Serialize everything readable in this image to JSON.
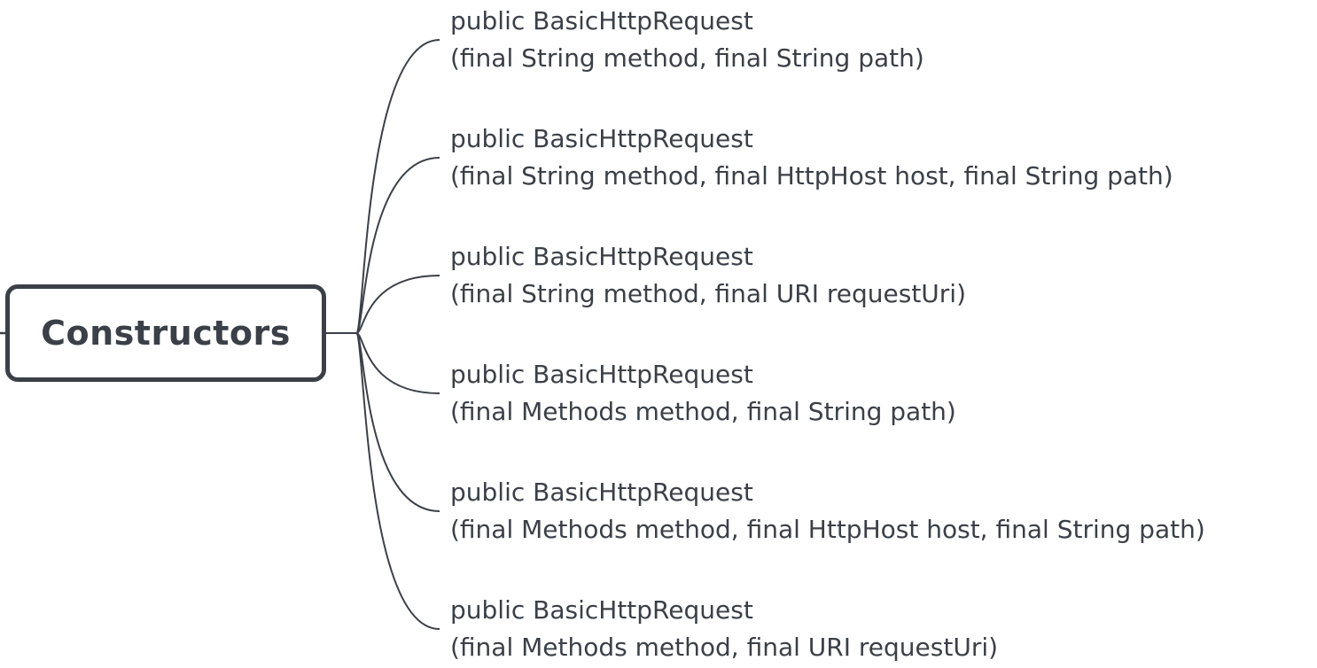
{
  "diagram": {
    "root": {
      "label": "Constructors"
    },
    "children": [
      {
        "line1": "public BasicHttpRequest",
        "line2": "(final String method, final String path)"
      },
      {
        "line1": "public BasicHttpRequest",
        "line2": "(final String method, final HttpHost host, final String path)"
      },
      {
        "line1": "public BasicHttpRequest",
        "line2": "(final String method, final URI requestUri)"
      },
      {
        "line1": "public BasicHttpRequest",
        "line2": "(final Methods method, final String path)"
      },
      {
        "line1": "public BasicHttpRequest",
        "line2": "(final Methods method, final HttpHost host, final String path)"
      },
      {
        "line1": "public BasicHttpRequest",
        "line2": "(final Methods method, final URI requestUri)"
      }
    ],
    "colors": {
      "stroke": "#3b4048",
      "text": "#3b4048",
      "background": "#ffffff"
    }
  }
}
